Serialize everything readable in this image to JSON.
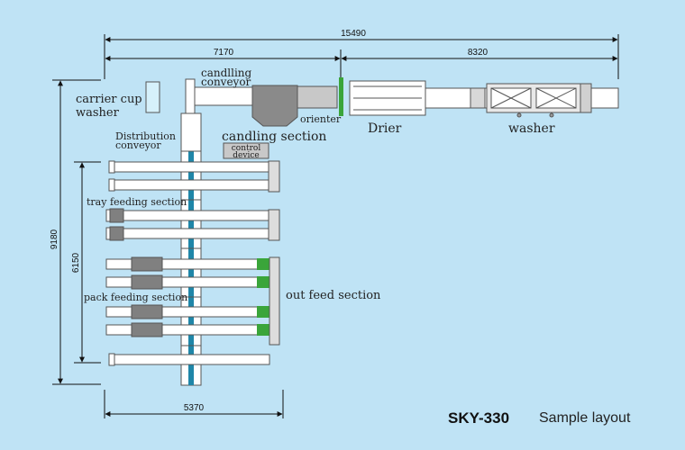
{
  "dimensions": {
    "overall_width": "15490",
    "left_width": "7170",
    "right_width": "8320",
    "overall_height": "9180",
    "feed_height": "6150",
    "bottom_width": "5370"
  },
  "labels": {
    "carrier_cup_line1": "carrier cup",
    "carrier_cup_line2": "washer",
    "candling_conveyor_line1": "candlling",
    "candling_conveyor_line2": "conveyor",
    "distribution_line1": "Distribution",
    "distribution_line2": "conveyor",
    "orienter": "orienter",
    "candling_section": "candling section",
    "control_line1": "control",
    "control_line2": "device",
    "drier": "Drier",
    "washer": "washer",
    "tray_feeding": "tray feeding section",
    "pack_feeding": "pack feeding section",
    "out_feed": "out feed section"
  },
  "title": {
    "model": "SKY-330",
    "caption": "Sample layout"
  },
  "colors": {
    "background": "#bfe3f5",
    "machine_fill": "#ffffff",
    "machine_stroke": "#555555",
    "dark_box": "#808080",
    "green_accent": "#3aa53a",
    "blue_accent": "#1f86a8",
    "cup_washer": "#d6f1fb"
  }
}
